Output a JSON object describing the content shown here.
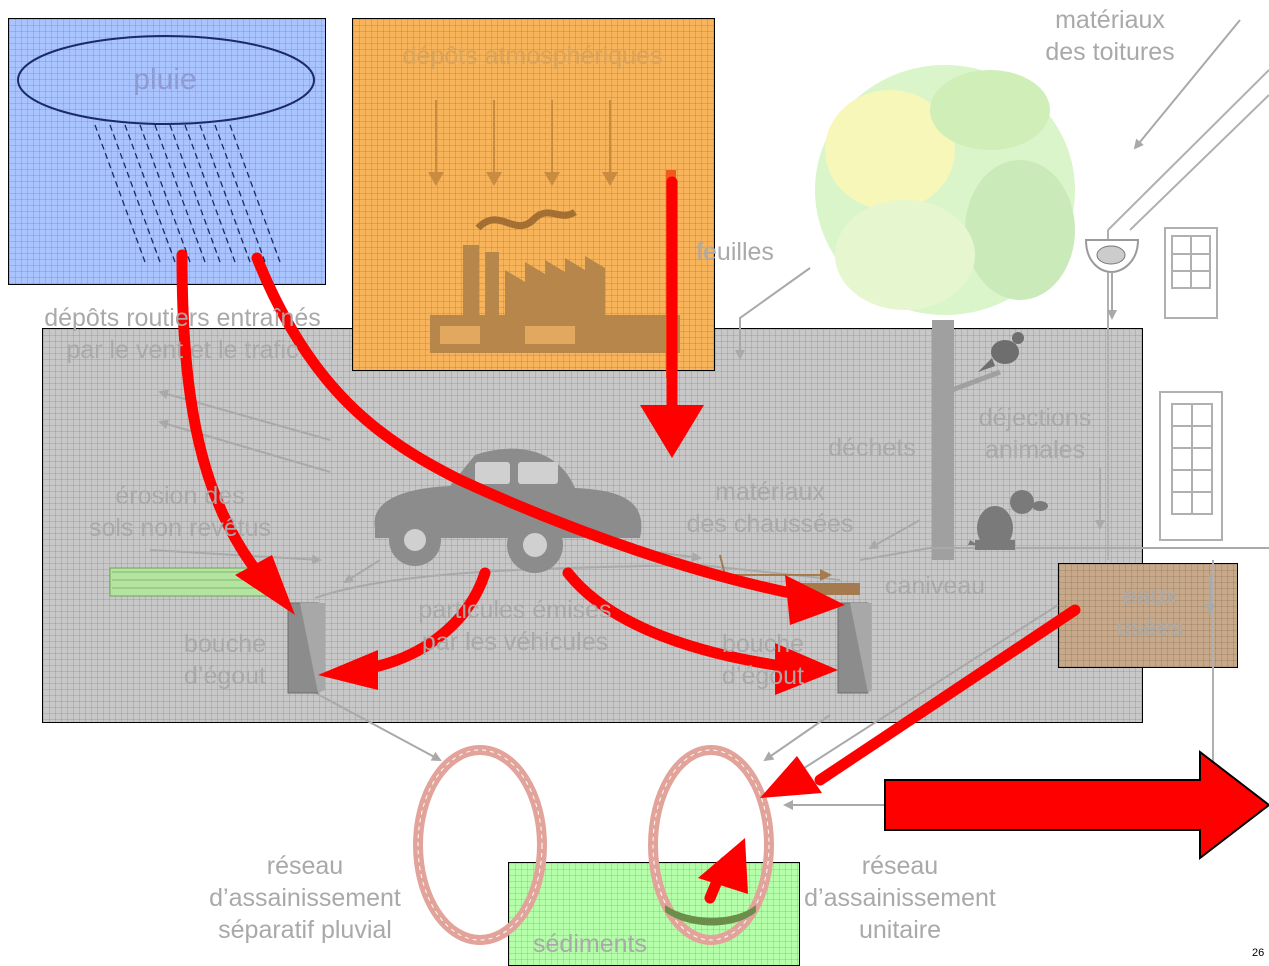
{
  "labels": {
    "pluie": "pluie",
    "depots_atmo": "dépôts atmosphériques",
    "materiaux_toitures_1": "matériaux",
    "materiaux_toitures_2": "des toitures",
    "feuilles": "feuilles",
    "depots_routiers_1": "dépôts routiers entraînés",
    "depots_routiers_2": "par le vent et le trafic",
    "dechets": "déchets",
    "dejections_1": "déjections",
    "dejections_2": "animales",
    "erosion_1": "érosion des",
    "erosion_2": "sols non revêtus",
    "materiaux_chaussees_1": "matériaux",
    "materiaux_chaussees_2": "des chaussées",
    "caniveau": "caniveau",
    "particules_1": "particules émises",
    "particules_2": "par les véhicules",
    "bouche_left_1": "bouche",
    "bouche_left_2": "d’égout",
    "bouche_right_1": "bouche",
    "bouche_right_2": "d’égout",
    "eaux_1": "eaux",
    "eaux_2": "usées",
    "reseau_sep_1": "réseau",
    "reseau_sep_2": "d’assainissement",
    "reseau_sep_3": "séparatif pluvial",
    "reseau_uni_1": "réseau",
    "reseau_uni_2": "d’assainissement",
    "reseau_uni_3": "unitaire",
    "sediments": "sédiments",
    "page_number": "26"
  },
  "colors": {
    "rain_box": "#a9c4ff",
    "atmo_box": "#f7b45a",
    "road_box": "#c8c8c8",
    "sediment_box": "#b6ffaa",
    "eaux_box": "#c7a98a",
    "arrow_red": "#ff0000",
    "label_grey": "#a9a9a9"
  },
  "icons": [
    "rain-cloud-icon",
    "factory-icon",
    "tree-icon",
    "car-icon",
    "bird-icon",
    "dog-icon",
    "house-icon",
    "gutter-icon",
    "sewer-pipe-icon"
  ]
}
